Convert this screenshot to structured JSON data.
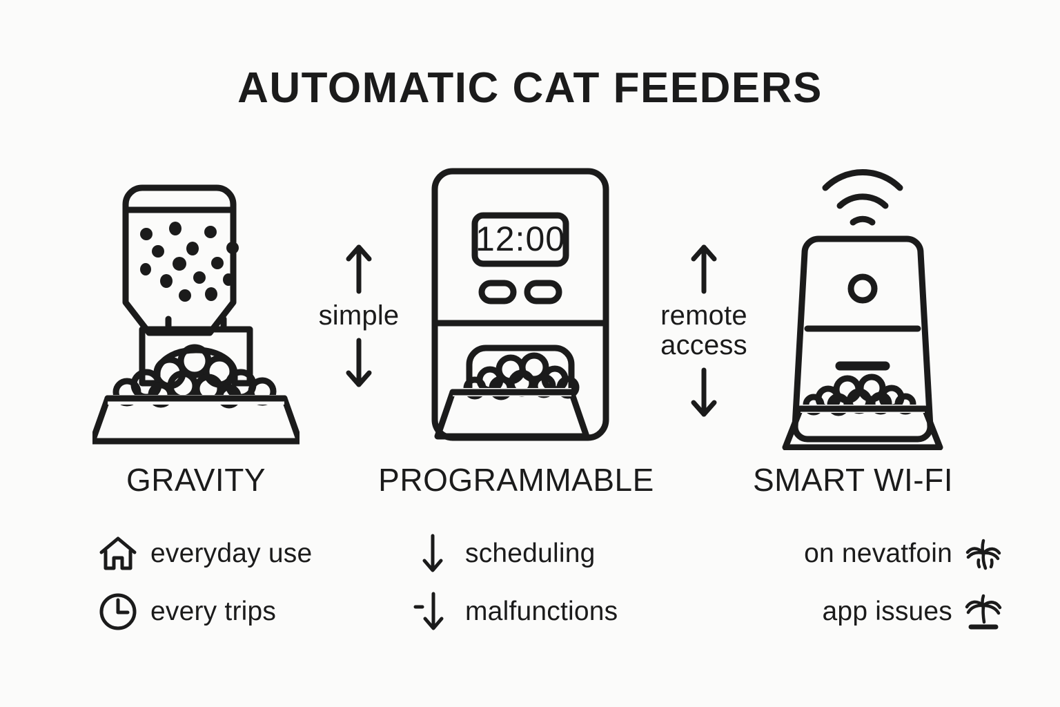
{
  "title": "AUTOMATIC CAT FEEDERS",
  "theme": {
    "background": "#fbfbfa",
    "ink": "#1b1b1b"
  },
  "columns": [
    {
      "id": "gravity",
      "heading": "GRAVITY",
      "illustration": "gravity-feeder",
      "bullets": [
        {
          "icon": "house-icon",
          "label": "everyday use"
        },
        {
          "icon": "clock-icon",
          "label": "every trips"
        }
      ]
    },
    {
      "id": "programmable",
      "heading": "PROGRAMMABLE",
      "illustration": "programmable-feeder",
      "display_value": "12:00",
      "bullets": [
        {
          "icon": "arrow-down-icon",
          "label": "scheduling"
        },
        {
          "icon": "dash-arrow-down-icon",
          "label": "malfunctions"
        }
      ]
    },
    {
      "id": "smart-wifi",
      "heading": "SMART WI-FI",
      "illustration": "smart-wifi-feeder",
      "bullets": [
        {
          "icon": "palm-burst-icon",
          "label": "on nevatfoin"
        },
        {
          "icon": "palm-tree-icon",
          "label": "app issues"
        }
      ]
    }
  ],
  "connectors": [
    {
      "id": "simple",
      "label": "simple",
      "label_line_2": ""
    },
    {
      "id": "remote-access",
      "label": "remote",
      "label_line_2": "access"
    }
  ]
}
